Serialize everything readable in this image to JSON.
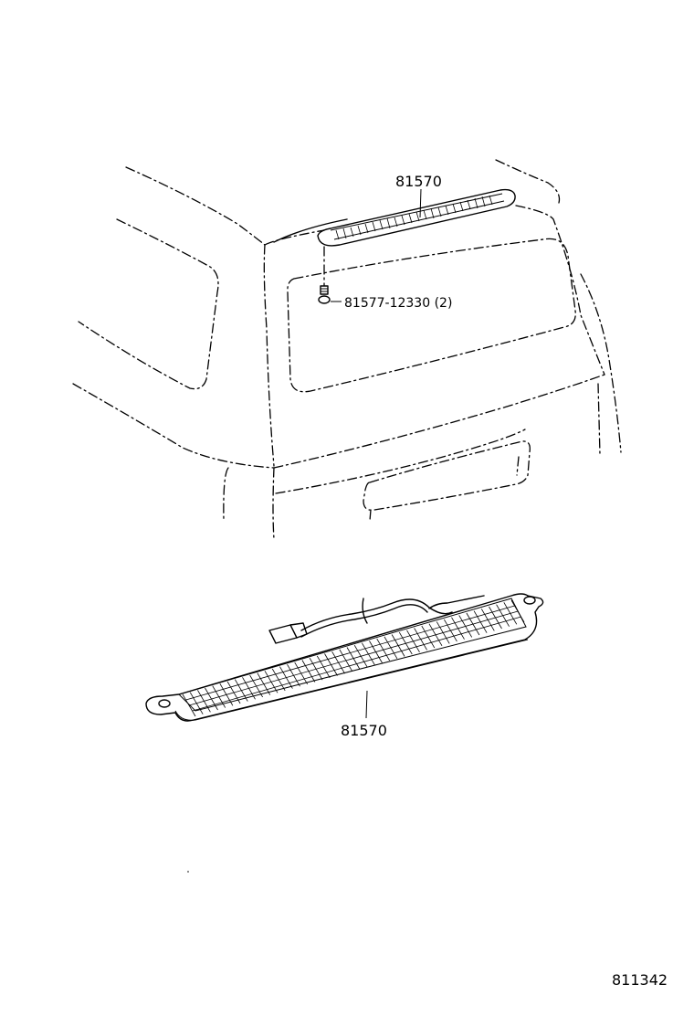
{
  "diagram": {
    "callouts": {
      "upper_part": "81570",
      "screw": "81577-12330 (2)",
      "lower_part": "81570"
    },
    "figure_number": "811342"
  }
}
